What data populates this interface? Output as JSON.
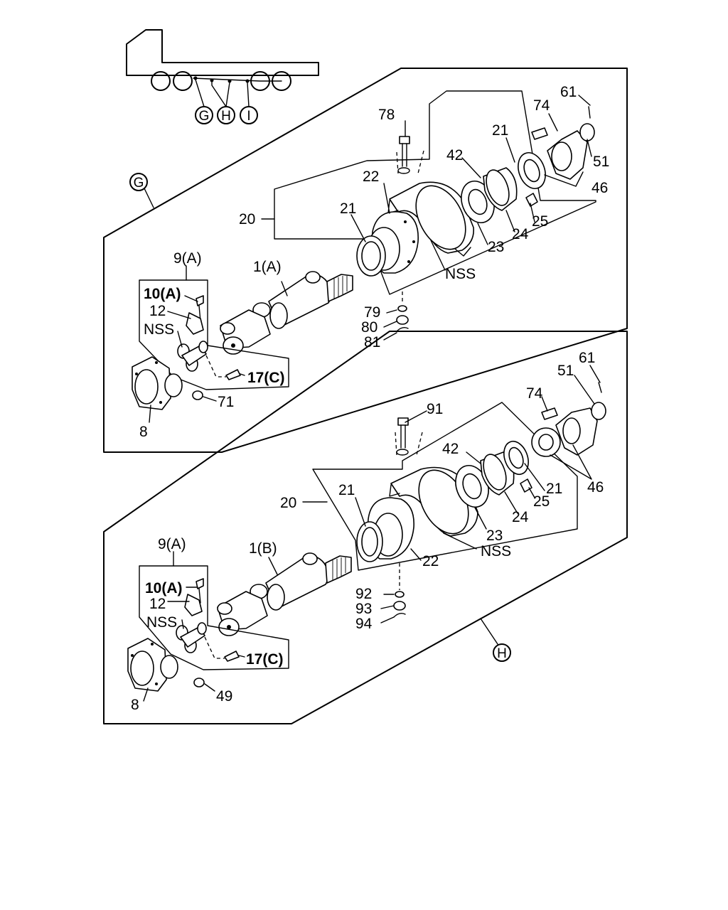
{
  "locator": {
    "callouts": [
      "G",
      "H",
      "I"
    ]
  },
  "section_g": {
    "callout": "G",
    "labels": {
      "p78": "78",
      "p74": "74",
      "p61": "61",
      "p21a": "21",
      "p42": "42",
      "p22": "22",
      "p51": "51",
      "p46": "46",
      "p20": "20",
      "p21b": "21",
      "p25": "25",
      "p24": "24",
      "p23": "23",
      "nss_bearing": "NSS",
      "p9a": "9(A)",
      "p1a": "1(A)",
      "p10a": "10(A)",
      "p12": "12",
      "nss_joint": "NSS",
      "p79": "79",
      "p80": "80",
      "p81": "81",
      "p17c": "17(C)",
      "p71": "71",
      "p8": "8"
    }
  },
  "section_h": {
    "callout": "H",
    "labels": {
      "p61": "61",
      "p51": "51",
      "p74": "74",
      "p91": "91",
      "p42": "42",
      "p20": "20",
      "p21a": "21",
      "p21b": "21",
      "p25": "25",
      "p46": "46",
      "p24": "24",
      "p23": "23",
      "nss_bearing": "NSS",
      "p22": "22",
      "p9a": "9(A)",
      "p1b": "1(B)",
      "p10a": "10(A)",
      "p12": "12",
      "nss_joint": "NSS",
      "p92": "92",
      "p93": "93",
      "p94": "94",
      "p17c": "17(C)",
      "p49": "49",
      "p8": "8"
    }
  }
}
